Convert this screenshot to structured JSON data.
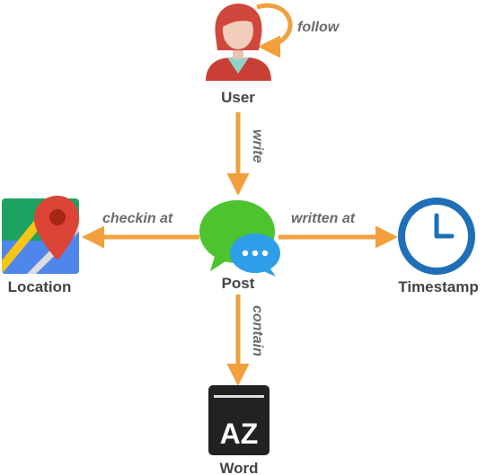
{
  "nodes": {
    "user": {
      "label": "User",
      "icon": "user-avatar-icon"
    },
    "post": {
      "label": "Post",
      "icon": "chat-bubbles-icon"
    },
    "location": {
      "label": "Location",
      "icon": "map-pin-icon"
    },
    "timestamp": {
      "label": "Timestamp",
      "icon": "clock-icon"
    },
    "word": {
      "label": "Word",
      "icon": "dictionary-book-icon"
    }
  },
  "edges": {
    "follow": {
      "label": "follow",
      "from": "User",
      "to": "User"
    },
    "write": {
      "label": "write",
      "from": "User",
      "to": "Post"
    },
    "checkin_at": {
      "label": "checkin at",
      "from": "Post",
      "to": "Location"
    },
    "written_at": {
      "label": "written at",
      "from": "Post",
      "to": "Timestamp"
    },
    "contain": {
      "label": "contain",
      "from": "Post",
      "to": "Word"
    }
  },
  "icon_text": {
    "word_book": "AZ"
  },
  "colors": {
    "edge": "#f2a03d",
    "edge_label": "#6b6b6b",
    "node_label": "#444444"
  }
}
